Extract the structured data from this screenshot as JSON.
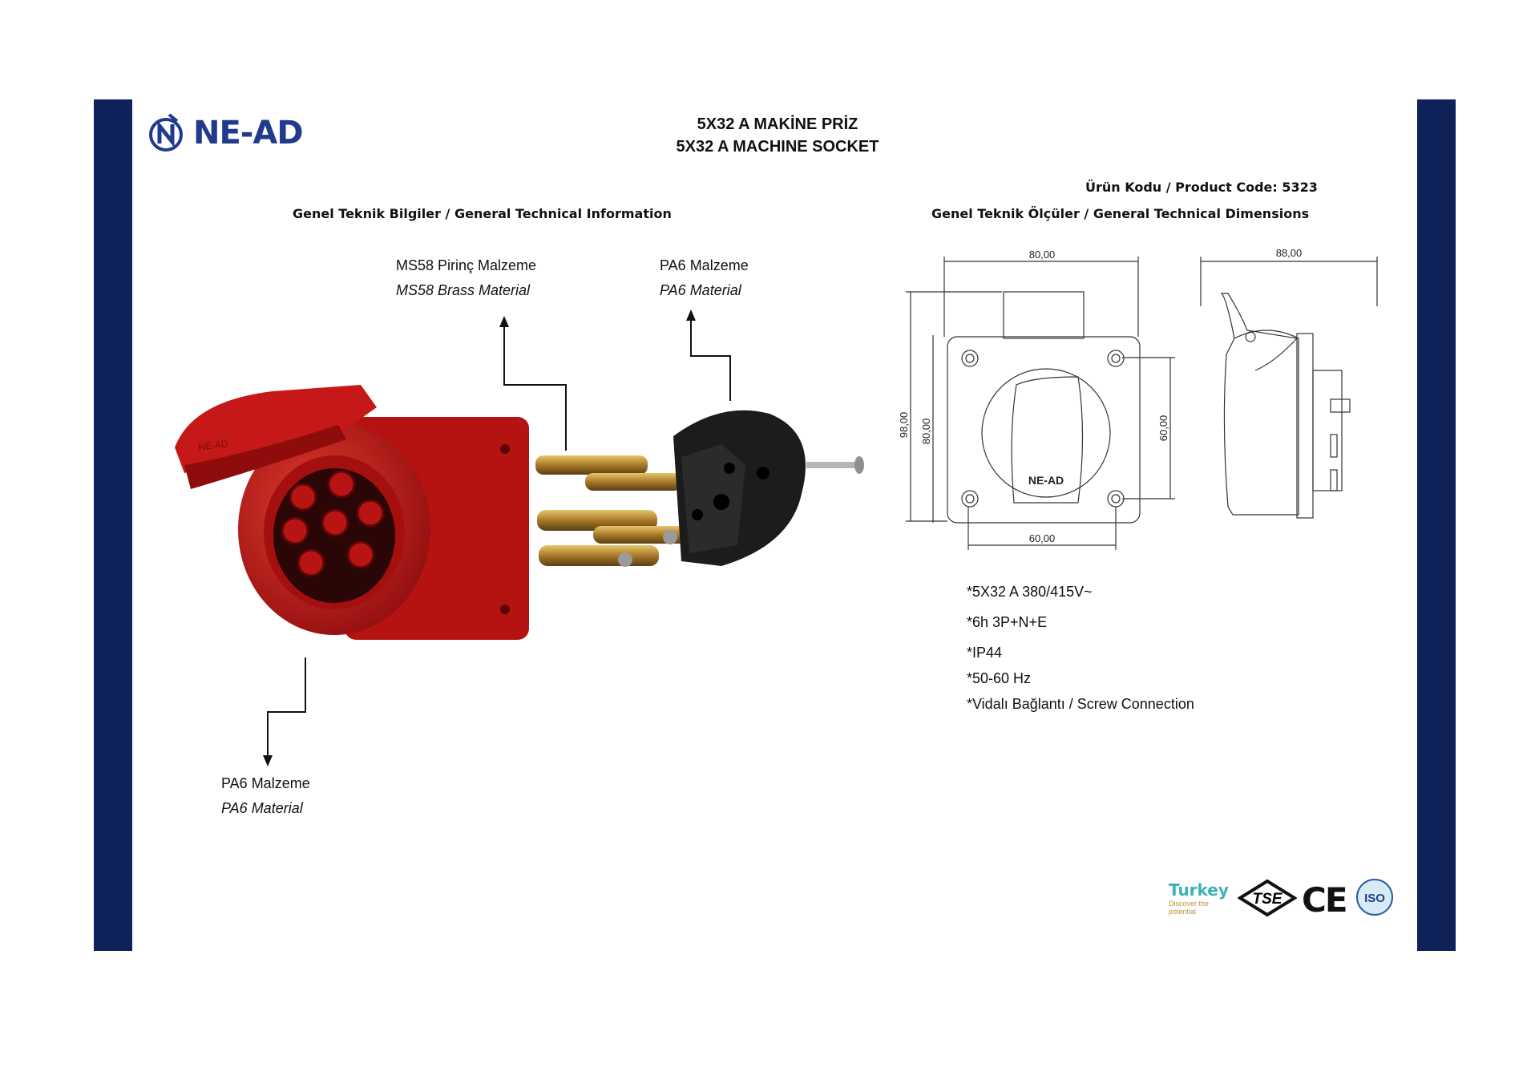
{
  "brand": {
    "name": "NE-AD"
  },
  "title": {
    "line1": "5X32 A MAKİNE PRİZ",
    "line2": "5X32 A MACHINE SOCKET"
  },
  "product_code": "Ürün Kodu / Product Code: 5323",
  "sections": {
    "info_header": "Genel Teknik Bilgiler / General Technical Information",
    "dims_header": "Genel Teknik Ölçüler / General Technical Dimensions"
  },
  "labels": {
    "pins": {
      "tr": "MS58 Pirinç Malzeme",
      "en": "MS58 Brass Material"
    },
    "insert": {
      "tr": "PA6 Malzeme",
      "en": "PA6 Material"
    },
    "body": {
      "tr": "PA6 Malzeme",
      "en": "PA6 Material"
    }
  },
  "dimensions": {
    "front_width": "80,00",
    "side_depth": "88,00",
    "front_height_outer": "98,00",
    "front_height_inner": "80,00",
    "hole_spacing_v": "60,00",
    "hole_spacing_h": "60,00",
    "front_logo": "NE-AD"
  },
  "specs": [
    "*5X32 A 380/415V~",
    "*6h 3P+N+E",
    "*IP44",
    "*50-60 Hz",
    "*Vidalı Bağlantı / Screw Connection"
  ],
  "certifications": {
    "turkey": "Turkey",
    "turkey_tag": "Discover the potential",
    "tse": "TSE",
    "ce": "CE",
    "iso": "ISO"
  },
  "colors": {
    "frame": "#0e2159",
    "brand": "#213a8c",
    "product": "#c21616"
  }
}
